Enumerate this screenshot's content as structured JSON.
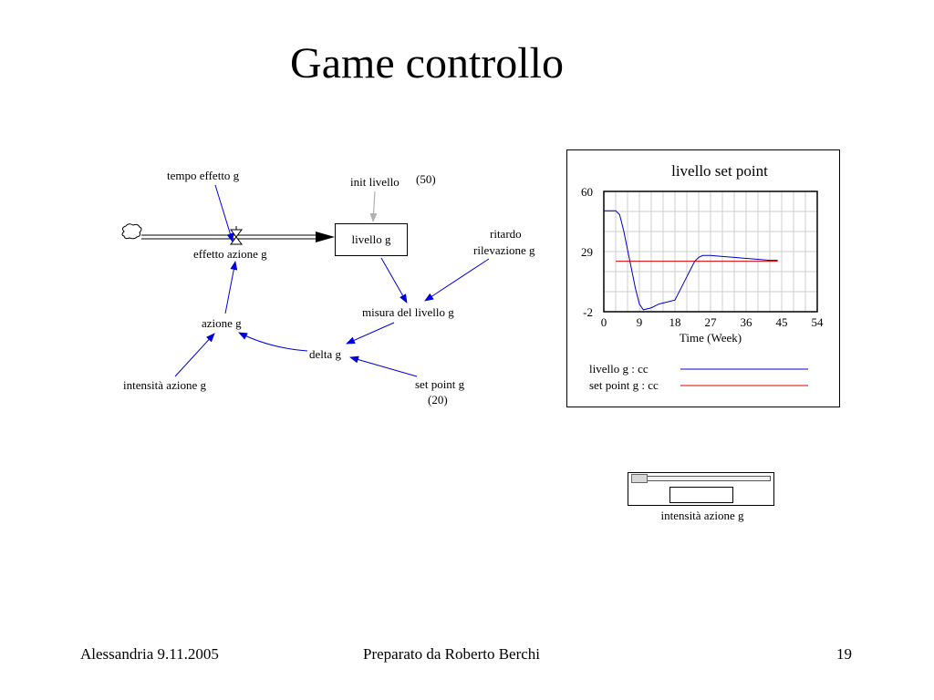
{
  "slide": {
    "title": "Game controllo",
    "footer": {
      "left": "Alessandria 9.11.2005",
      "center": "Preparato da Roberto Berchi",
      "page_number": "19"
    }
  },
  "diagram": {
    "stock_label": "livello g",
    "flow_label": "effetto azione g",
    "labels": {
      "tempo_effetto": "tempo effetto g",
      "init_livello": "init livello",
      "init_value": "(50)",
      "ritardo_line1": "ritardo",
      "ritardo_line2": "rilevazione g",
      "misura": "misura del livello g",
      "azione": "azione g",
      "delta": "delta g",
      "intensita": "intensità azione g",
      "set_point": "set point g",
      "set_point_value": "(20)"
    },
    "colors": {
      "link_arrow": "#0000dd",
      "init_arrow": "#b0b0b0",
      "flow": "#000000"
    }
  },
  "chart_data": {
    "type": "line",
    "title": "livello set point",
    "xlabel": "Time (Week)",
    "ylabel": "",
    "xlim": [
      0,
      54
    ],
    "ylim": [
      -2,
      60
    ],
    "x_ticks": [
      "0",
      "9",
      "18",
      "27",
      "36",
      "45",
      "54"
    ],
    "y_ticks": [
      "60",
      "29",
      "-2"
    ],
    "grid": true,
    "legend_position": "bottom",
    "series": [
      {
        "name": "livello g : cc",
        "color": "#0000cc",
        "x": [
          0,
          3,
          4,
          5,
          6,
          7,
          8,
          9,
          10,
          12,
          14,
          16,
          18,
          19,
          20,
          21,
          22,
          23,
          24,
          25,
          27,
          30,
          33,
          36,
          39,
          42,
          44
        ],
        "y": [
          50,
          50,
          48,
          40,
          30,
          20,
          10,
          2,
          -1,
          0,
          2,
          3,
          4,
          8,
          12,
          16,
          20,
          24,
          26,
          27,
          27,
          26.5,
          26,
          25.5,
          25,
          24.5,
          24.5
        ]
      },
      {
        "name": "set point g : cc",
        "color": "#dd0000",
        "x": [
          3,
          44
        ],
        "y": [
          24,
          24
        ]
      }
    ]
  },
  "slider": {
    "caption": "intensità azione g",
    "value": "",
    "position": 0.0
  }
}
